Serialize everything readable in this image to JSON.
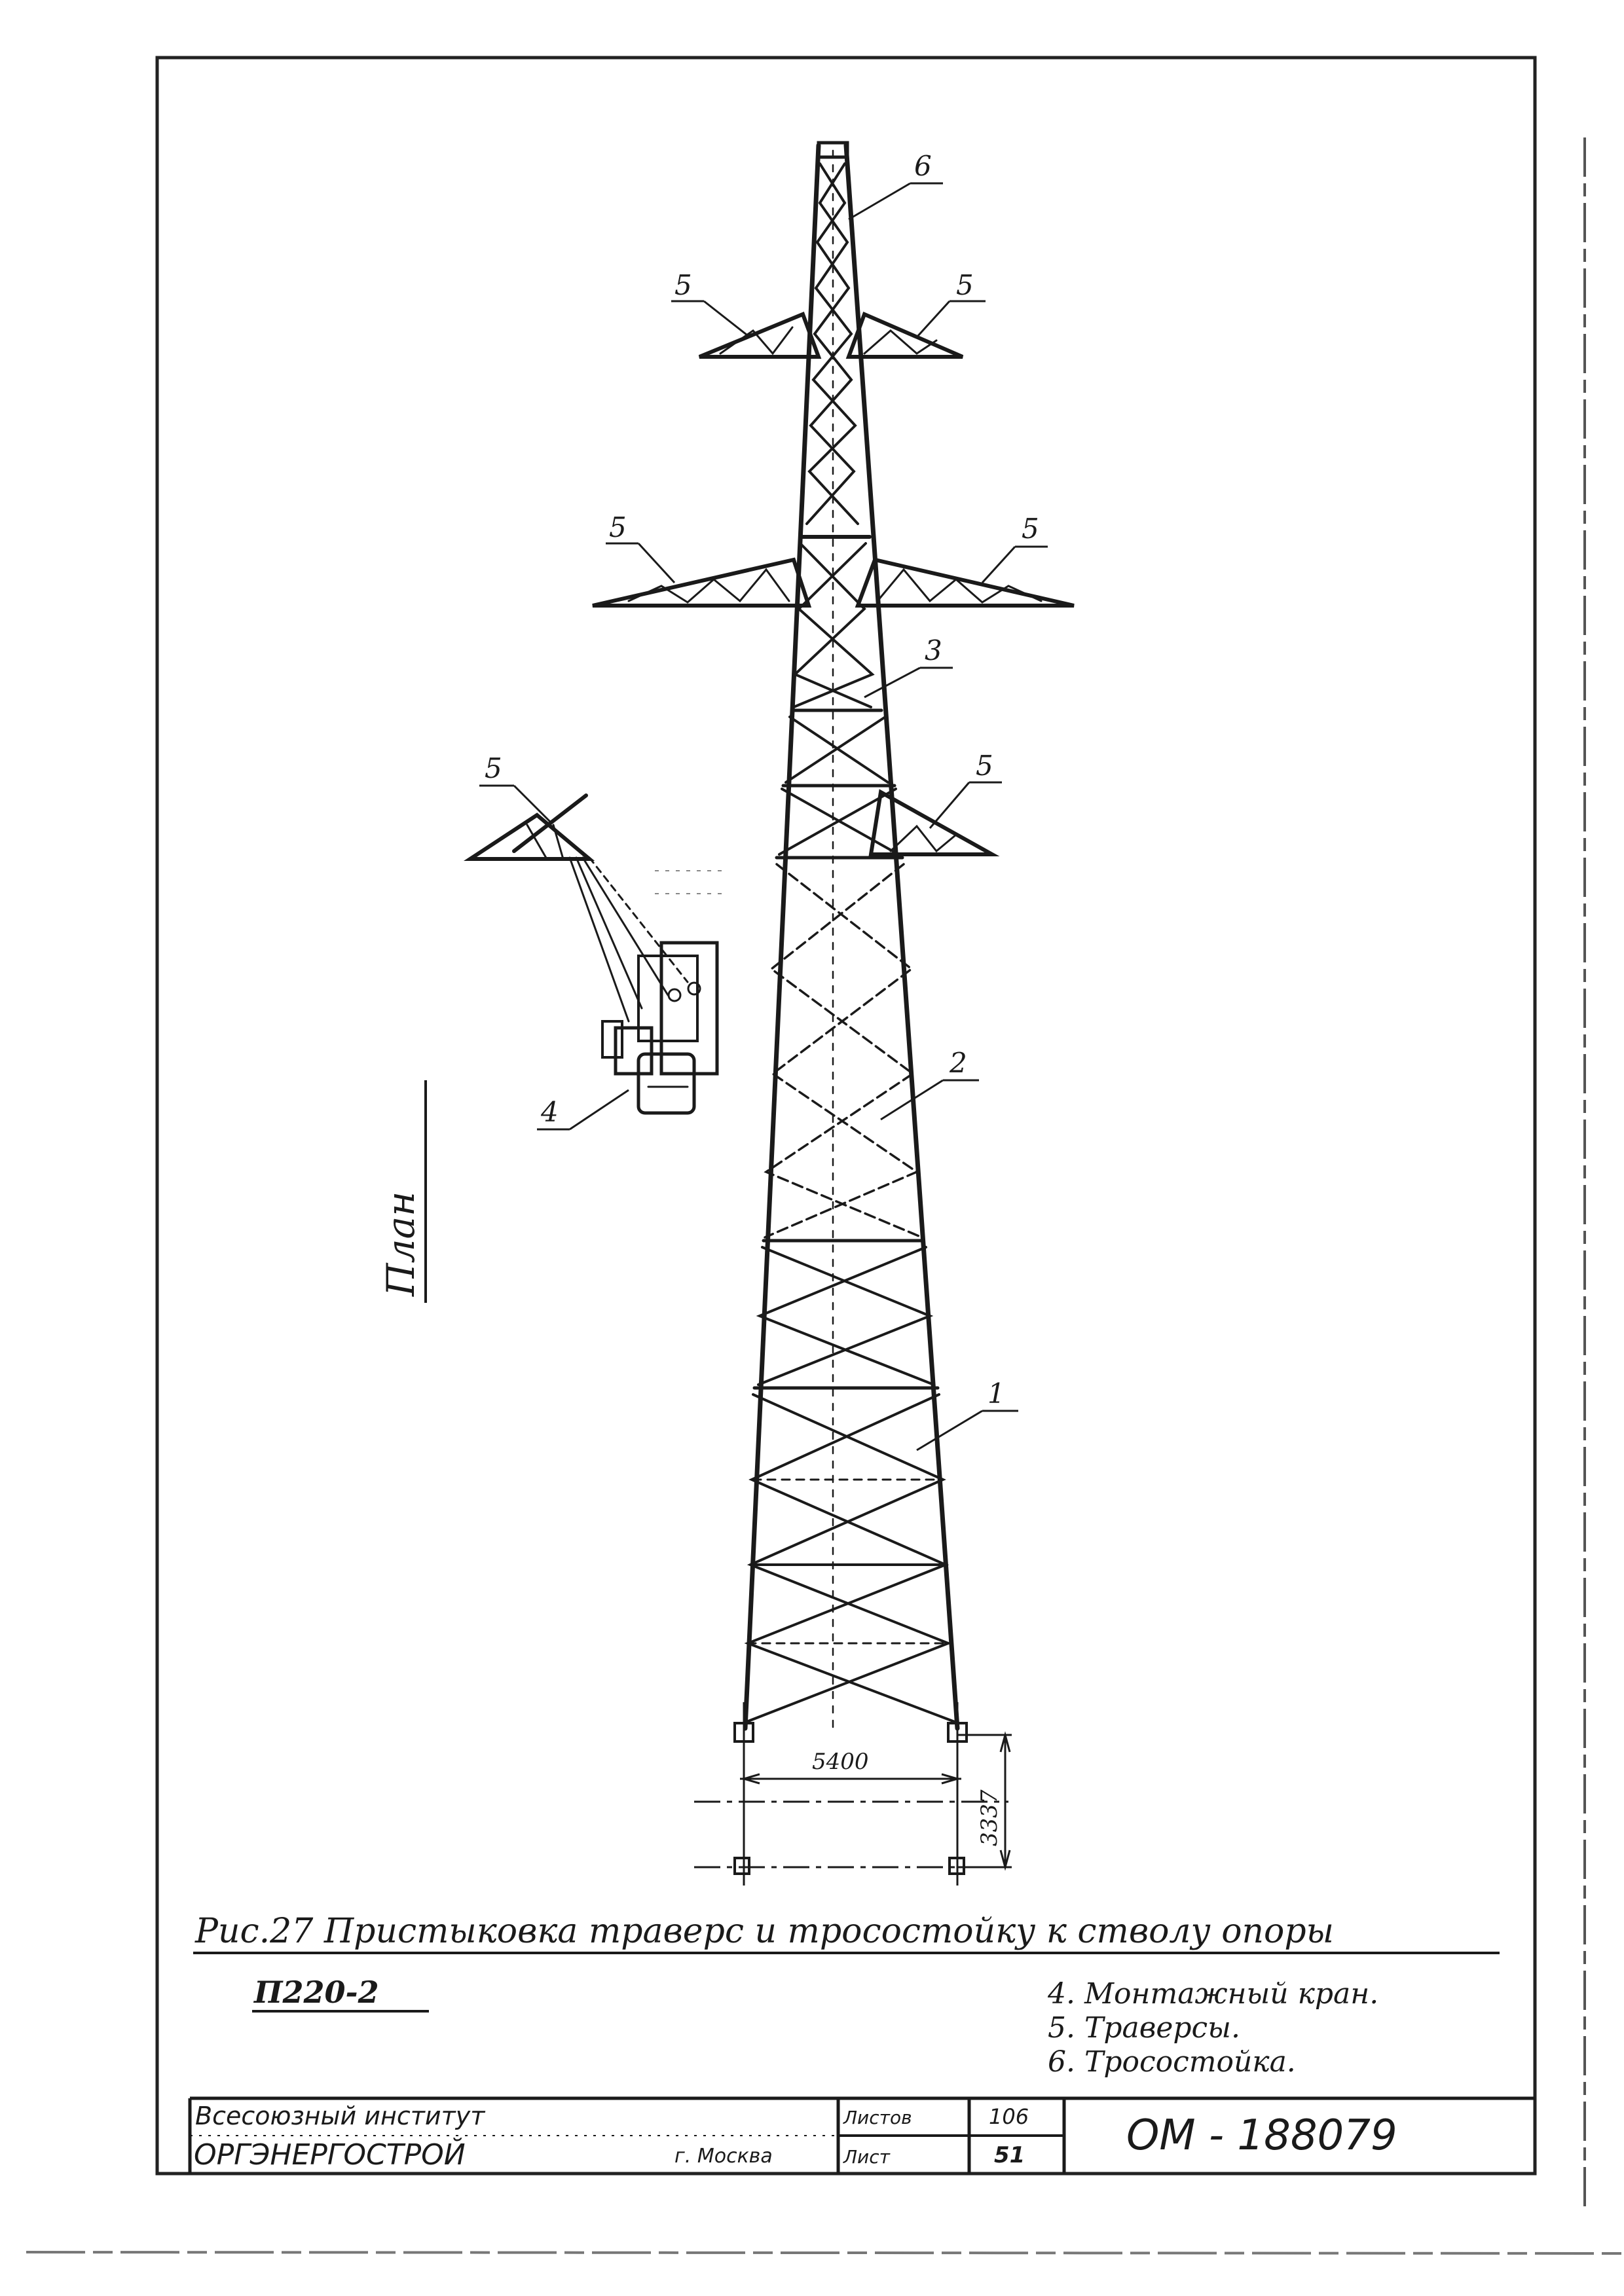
{
  "drawing": {
    "plan_label": "План",
    "part_labels": {
      "p1": "1",
      "p2": "2",
      "p3": "3",
      "p4": "4",
      "p5": "5",
      "p6": "6"
    },
    "dimensions": {
      "base_width": "5400",
      "offset": "3337"
    }
  },
  "caption": {
    "figure": "Рис.27 Пристыковка траверс и тросостойку к стволу опоры",
    "tower_type": "П220-2",
    "legend": [
      "4. Монтажный кран.",
      "5. Траверсы.",
      "6. Тросостойка."
    ]
  },
  "title_block": {
    "org_line1": "Всесоюзный институт",
    "org_line2": "ОРГЭНЕРГОСТРОЙ",
    "city": "г. Москва",
    "sheets_label": "Листов",
    "sheets_value": "106",
    "sheet_label": "Лист",
    "sheet_value": "51",
    "doc_number": "ОМ - 188079"
  }
}
